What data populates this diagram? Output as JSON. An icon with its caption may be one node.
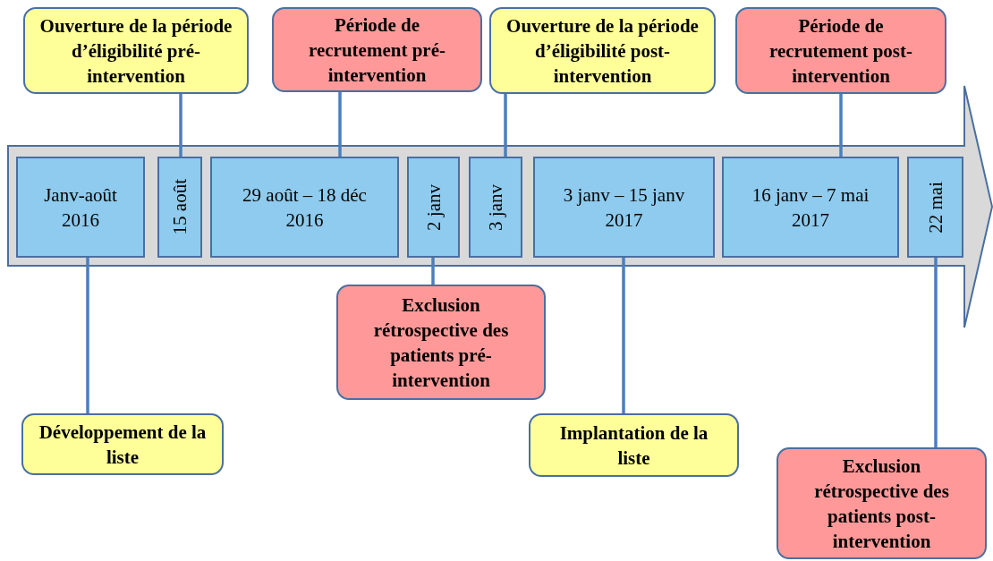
{
  "diagram": {
    "nodes": [
      {
        "text": [
          "Ouverture de la période d’éligibilité pré-intervention"
        ]
      },
      {
        "text": [
          "Période de recrutement pré-intervention"
        ]
      },
      {
        "text": [
          "Ouverture de la période d’éligibilité post-intervention"
        ]
      },
      {
        "text": [
          "Période de recrutement post-intervention"
        ]
      },
      {
        "text": [],
        "shape": "arrow"
      },
      {
        "text": [
          "Janv-août 2016"
        ],
        "in": 4
      },
      {
        "text": [
          "15 août"
        ],
        "in": 4
      },
      {
        "text": [
          "29 août – 18 déc 2016"
        ],
        "in": 4
      },
      {
        "text": [
          "2 janv"
        ],
        "in": 4
      },
      {
        "text": [
          "3 janv"
        ],
        "in": 4
      },
      {
        "text": [
          "3 janv – 15 janv 2017"
        ],
        "in": 4
      },
      {
        "text": [
          "16 janv – 7 mai 2017"
        ],
        "in": 4
      },
      {
        "text": [
          "22 mai"
        ],
        "in": 4
      },
      {
        "text": [
          "Exclusion rétrospective des patients pré-intervention"
        ]
      },
      {
        "text": [
          "Développement de la liste"
        ]
      },
      {
        "text": [
          "Implantation de la liste"
        ]
      },
      {
        "text": [
          "Exclusion rétrospective des patients post-intervention"
        ]
      }
    ],
    "edges": [
      {
        "from": 0,
        "to": 6,
        "arrow": "none"
      },
      {
        "from": 1,
        "to": 7,
        "arrow": "none"
      },
      {
        "from": 2,
        "to": 9,
        "arrow": "none"
      },
      {
        "from": 3,
        "to": 11,
        "arrow": "none"
      },
      {
        "from": 5,
        "to": 14,
        "arrow": "none"
      },
      {
        "from": 8,
        "to": 13,
        "arrow": "none"
      },
      {
        "from": 10,
        "to": 15,
        "arrow": "none"
      },
      {
        "from": 12,
        "to": 16,
        "arrow": "none"
      }
    ]
  }
}
